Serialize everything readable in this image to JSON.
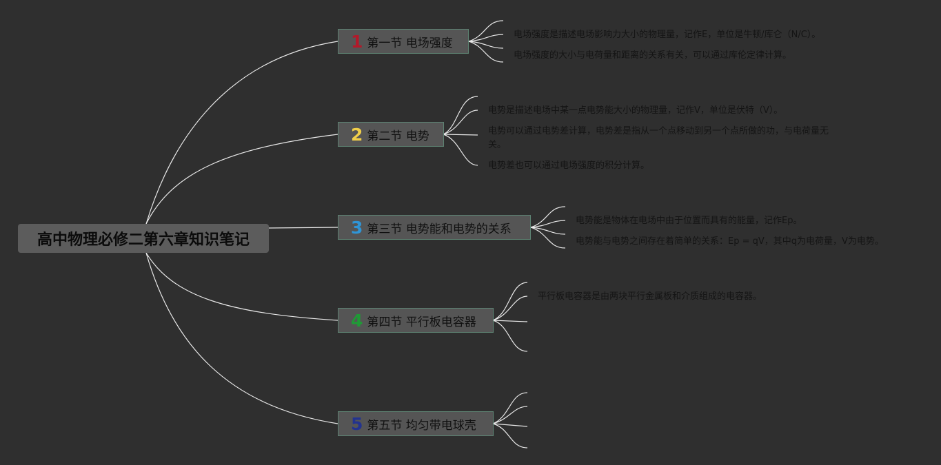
{
  "root": {
    "title": "高中物理必修二第六章知识笔记"
  },
  "sections": [
    {
      "number": "1",
      "number_color": "#b3192a",
      "title": "第一节 电场强度",
      "notes": [
        "电场强度是描述电场影响力大小的物理量，记作E，单位是牛顿/库仑（N/C）。",
        "电场强度的大小与电荷量和距离的关系有关，可以通过库伦定律计算。"
      ]
    },
    {
      "number": "2",
      "number_color": "#f1cf4a",
      "title": "第二节 电势",
      "notes": [
        "电势是描述电场中某一点电势能大小的物理量，记作V，单位是伏特（V）。",
        "电势可以通过电势差计算，电势差是指从一个点移动到另一个点所做的功，与电荷量无关。",
        "电势差也可以通过电场强度的积分计算。"
      ]
    },
    {
      "number": "3",
      "number_color": "#2f95d6",
      "title": "第三节 电势能和电势的关系",
      "notes": [
        "电势能是物体在电场中由于位置而具有的能量，记作Ep。",
        "电势能与电势之间存在着简单的关系：Ep = qV，其中q为电荷量，V为电势。"
      ]
    },
    {
      "number": "4",
      "number_color": "#1f9a36",
      "title": "第四节 平行板电容器",
      "notes": [
        "平行板电容器是由两块平行金属板和介质组成的电容器。"
      ]
    },
    {
      "number": "5",
      "number_color": "#23338f",
      "title": "第五节 均匀带电球壳",
      "notes": []
    }
  ]
}
